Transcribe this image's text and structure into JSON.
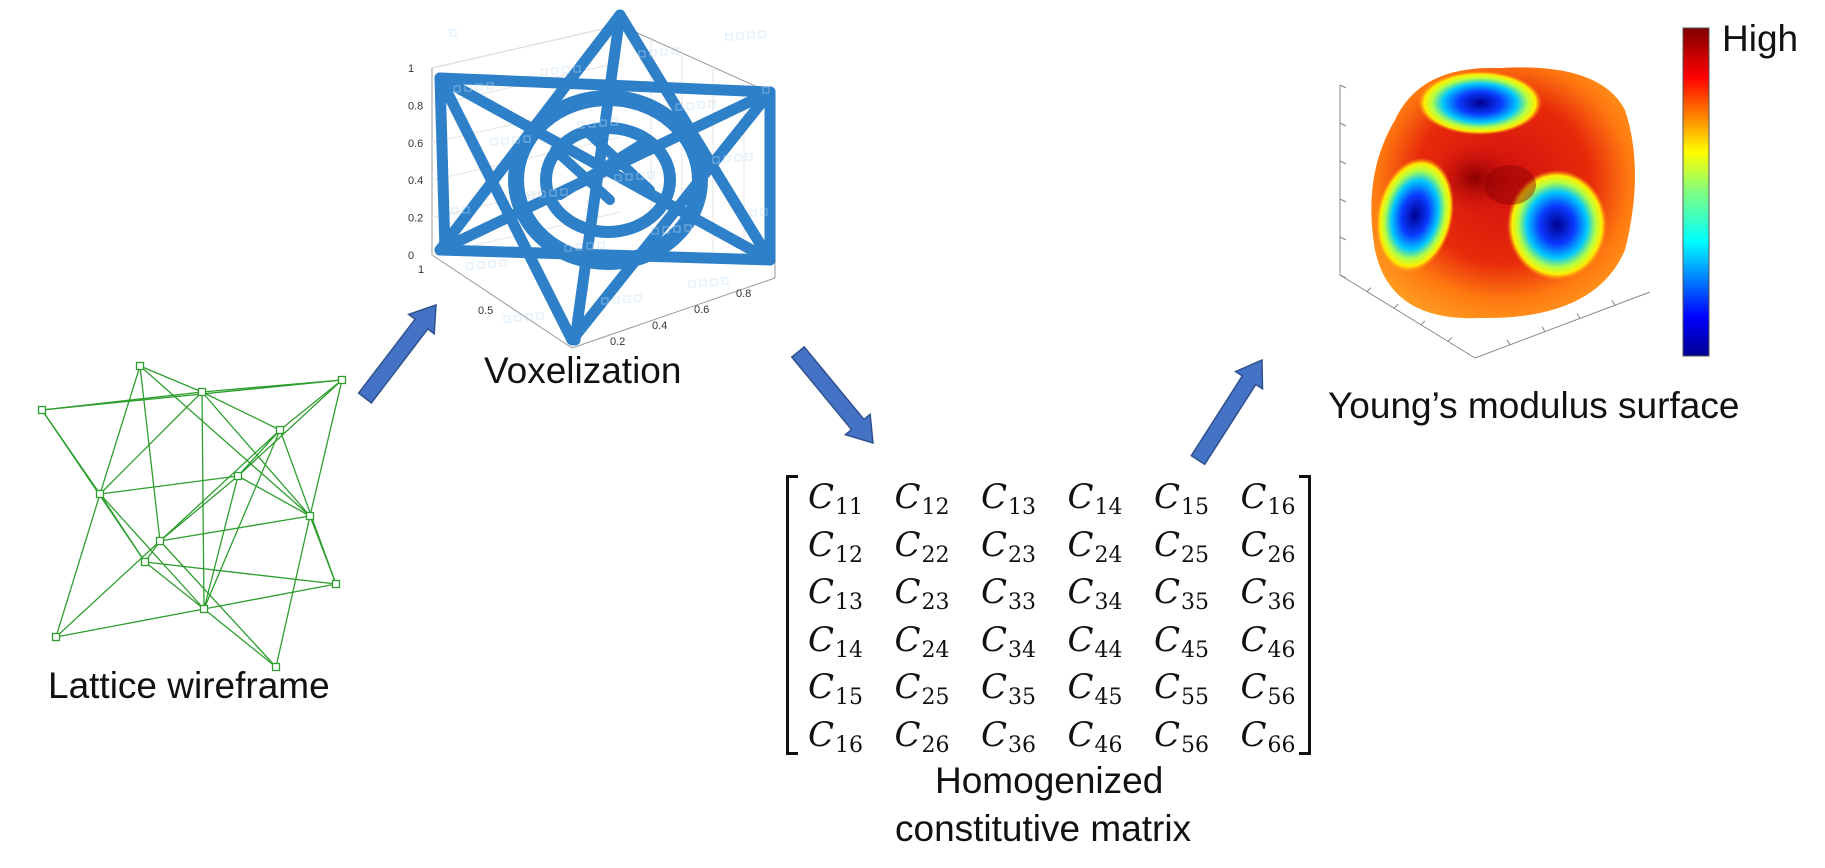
{
  "labels": {
    "wireframe": "Lattice wireframe",
    "voxel": "Voxelization",
    "youngs": "Young’s modulus surface",
    "matrix_line1": "Homogenized",
    "matrix_line2": "constitutive matrix",
    "colorbar_high": "High"
  },
  "voxel_plot": {
    "z_ticks": [
      "1",
      "0.8",
      "0.6",
      "0.4",
      "0.2",
      "0"
    ],
    "y_ticks": [
      "1",
      "0.5"
    ],
    "x_ticks": [
      "0.2",
      "0.4",
      "0.6",
      "0.8"
    ]
  },
  "matrix": {
    "symbol": "C",
    "rows": [
      [
        "11",
        "12",
        "13",
        "14",
        "15",
        "16"
      ],
      [
        "12",
        "22",
        "23",
        "24",
        "25",
        "26"
      ],
      [
        "13",
        "23",
        "33",
        "34",
        "35",
        "36"
      ],
      [
        "14",
        "24",
        "34",
        "44",
        "45",
        "46"
      ],
      [
        "15",
        "25",
        "35",
        "45",
        "55",
        "56"
      ],
      [
        "16",
        "26",
        "36",
        "46",
        "56",
        "66"
      ]
    ]
  },
  "colors": {
    "arrow": "#4472c4",
    "wireframe": "#2e9e2e",
    "voxel": "#1f77c4"
  },
  "icons": [
    "right-arrow-icon"
  ]
}
